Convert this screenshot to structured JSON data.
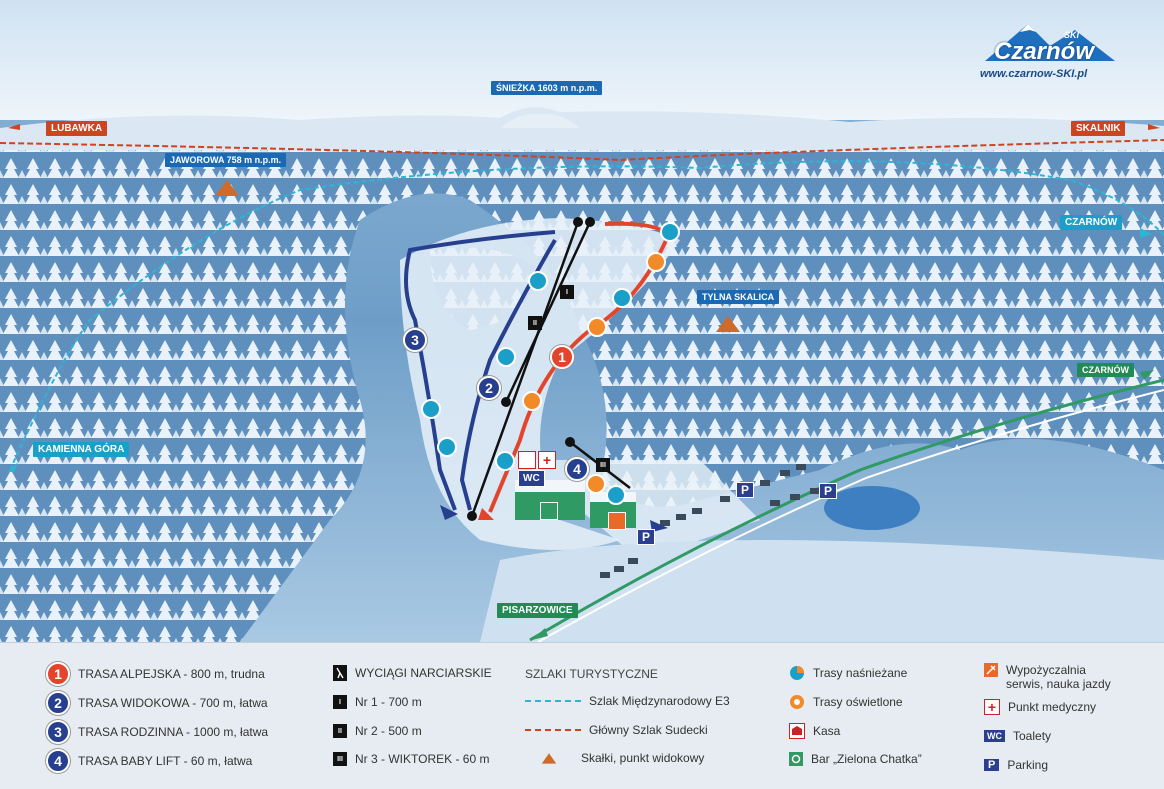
{
  "logo": {
    "brand": "Czarnów",
    "ski": "SKI",
    "url": "www.czarnow-SKI.pl"
  },
  "map_labels": {
    "sniezka": "ŚNIEŻKA 1603 m n.p.m.",
    "jaworowa": "JAWOROWA 758 m n.p.m.",
    "tylna_skalica": "TYLNA SKALICA",
    "lubawka": "LUBAWKA",
    "skalnik": "SKALNIK",
    "czarnow_top": "CZARNÓW",
    "czarnow_right": "CZARNÓW",
    "kamienna_gora": "KAMIENNA GÓRA",
    "pisarzowice": "PISARZOWICE",
    "wc": "WC",
    "parking": "P"
  },
  "route_numbers": {
    "r1": "1",
    "r2": "2",
    "r3": "3",
    "r4": "4"
  },
  "lift_numbers": {
    "l1": "I",
    "l2": "II",
    "l3": "III"
  },
  "legend": {
    "routes": [
      {
        "num": "1",
        "label": "TRASA ALPEJSKA - 800 m, trudna",
        "color": "#e2452b"
      },
      {
        "num": "2",
        "label": "TRASA WIDOKOWA - 700 m, łatwa",
        "color": "#263f8e"
      },
      {
        "num": "3",
        "label": "TRASA RODZINNA - 1000 m, łatwa",
        "color": "#263f8e"
      },
      {
        "num": "4",
        "label": "TRASA BABY LIFT - 60 m, łatwa",
        "color": "#263f8e"
      }
    ],
    "lifts_header": "WYCIĄGI NARCIARSKIE",
    "lifts": [
      {
        "mark": "I",
        "label": "Nr 1 - 700 m"
      },
      {
        "mark": "II",
        "label": "Nr 2 - 500 m"
      },
      {
        "mark": "III",
        "label": "Nr 3 - WIKTOREK - 60 m"
      }
    ],
    "trails_header": "SZLAKI TURYSTYCZNE",
    "trails": [
      {
        "label": "Szlak Międzynarodowy E3",
        "color": "#2bb6d6"
      },
      {
        "label": "Główny Szlak Sudecki",
        "color": "#d0431f"
      },
      {
        "label": "Skałki, punkt widokowy",
        "color": "#d06a2a"
      }
    ],
    "features": [
      {
        "icon": "snowmaking-icon",
        "label": "Trasy naśnieżane"
      },
      {
        "icon": "lighting-icon",
        "label": "Trasy oświetlone"
      },
      {
        "icon": "ticket-office-icon",
        "label": "Kasa"
      },
      {
        "icon": "bar-icon",
        "label": "Bar „Zielona Chatka”"
      }
    ],
    "services": [
      {
        "icon": "rental-icon",
        "label": "Wypożyczalnia",
        "label2": "serwis, nauka jazdy"
      },
      {
        "icon": "medical-icon",
        "label": "Punkt medyczny"
      },
      {
        "icon": "wc-icon",
        "mark": "WC",
        "label": "Toalety"
      },
      {
        "icon": "parking-icon",
        "mark": "P",
        "label": "Parking"
      }
    ]
  },
  "colors": {
    "red_route": "#e2452b",
    "blue_route": "#263f8e",
    "e3_trail": "#2bb6d6",
    "sudecki_trail": "#d0431f",
    "green_road": "#2f9a63"
  }
}
